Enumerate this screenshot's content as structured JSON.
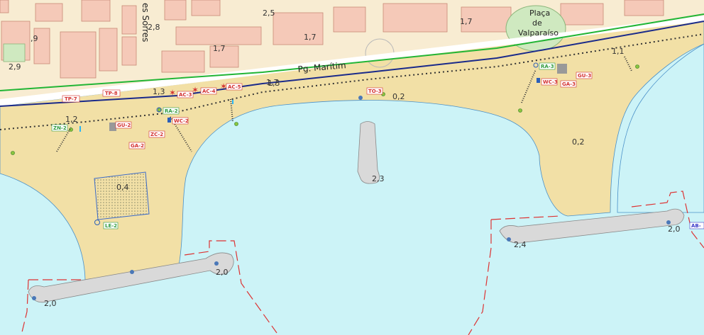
{
  "streets": {
    "promenade": "Pg. Marítim",
    "cross_street": "es Sorres"
  },
  "places": {
    "plaza_line1": "Plaça",
    "plaza_line2": "de",
    "plaza_line3": "Valparaíso"
  },
  "elevations": {
    "e1": "2,9",
    "e2": ",9",
    "e3": "2,8",
    "e4": "2,5",
    "e5": "1,7",
    "e6": "1,7",
    "e7": "1,7",
    "e8": "1,7",
    "e9": "1,1",
    "e10": "1,3",
    "e11": "1,2",
    "e12": "1,3",
    "e13": "0,2",
    "e14": "0,2",
    "e15": "0,4",
    "e16": "2,3",
    "e17": "2,0",
    "e18": "2,0",
    "e19": "2,4",
    "e20": "2,0"
  },
  "facility_tags": {
    "tp7": "TP-7",
    "tp8": "TP-8",
    "ac3": "AC-3",
    "ac4": "AC-4",
    "ac5": "AC-5",
    "ra2": "RA-2",
    "wc2": "WC-2",
    "gu2": "GU-2",
    "zc2": "ZC-2",
    "ga2": "GA-2",
    "zn2": "ZN-2",
    "le2": "LE-2",
    "to3": "TO-3",
    "ra3": "RA-3",
    "gu3": "GU-3",
    "wc3": "WC-3",
    "ga3": "GA-3",
    "ab": "AB-"
  },
  "colors": {
    "sea": "#ccf3f7",
    "sand": "#f2e0a6",
    "land": "#f8ecd2",
    "building": "#f5c9b8",
    "building_stroke": "#c98a76",
    "breakwater": "#d9d9d9",
    "green_line": "#22b535",
    "road_blue": "#1a2a8a",
    "tag_red": "#d32f2f",
    "tag_green": "#2e9b3e",
    "tag_blue": "#3a3ac8",
    "boundary_red": "#d33"
  }
}
